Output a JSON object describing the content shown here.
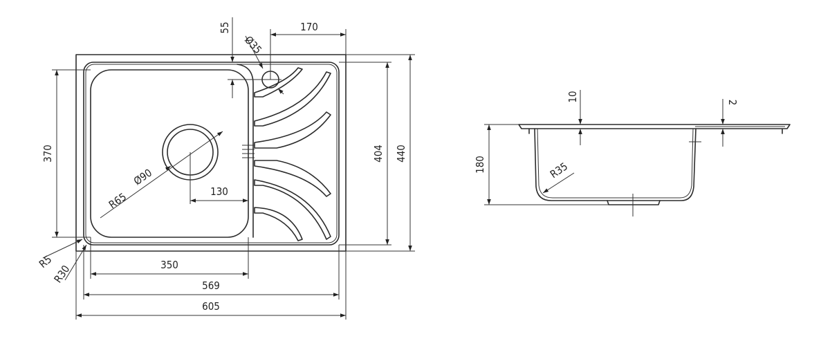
{
  "top_view": {
    "dimensions": {
      "overall_width": "605",
      "inner_width": "569",
      "bowl_width": "350",
      "drain_offset": "130",
      "tap_offset": "55",
      "drainboard_width": "170",
      "tap_hole_diameter": "Ø35",
      "drain_diameter": "Ø90",
      "bowl_radius": "R65",
      "corner_radius_small": "R5",
      "corner_radius_outer": "R30",
      "bowl_depth_length": "370",
      "inner_length": "404",
      "overall_length": "440"
    }
  },
  "side_view": {
    "dimensions": {
      "bowl_depth": "180",
      "rim_height": "10",
      "flange_thickness": "2",
      "bottom_radius": "R35"
    }
  }
}
